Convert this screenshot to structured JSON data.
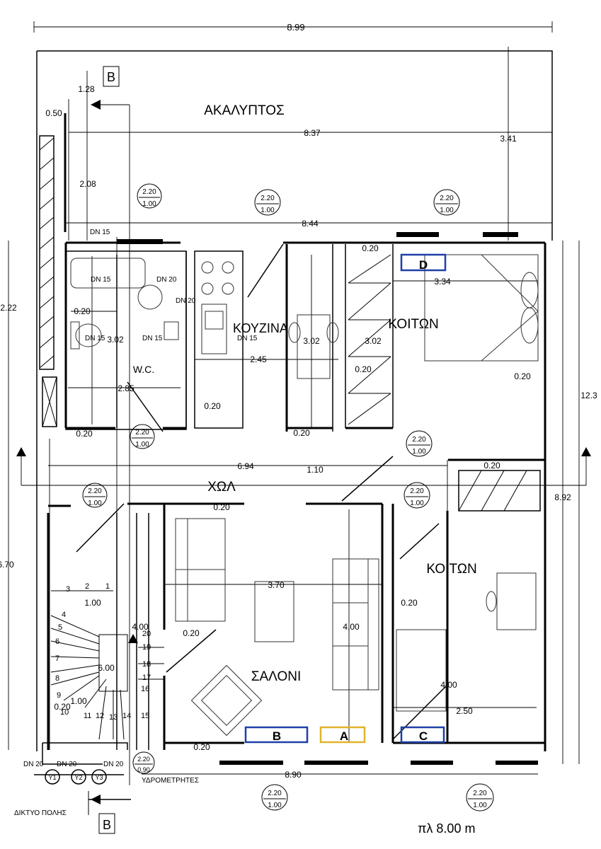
{
  "rooms": {
    "courtyard": "ΑΚΑΛΥΠΤΟΣ",
    "wc": "W.C.",
    "kitchen": "ΚΟΥΖΙΝΑ",
    "bedroom_top": "ΚΟΙΤΩΝ",
    "bedroom_right": "ΚΟΙΤΩΝ",
    "hall": "ΧΩΛ",
    "living": "ΣΑΛΟΝΙ"
  },
  "dims": {
    "top_width": "8.99",
    "court_width": "8.37",
    "court_depth": "3.41",
    "court_wall": "8.44",
    "left_128": "1.28",
    "left_050": "0.50",
    "left_208": "2.08",
    "right_12": "12.3",
    "right_892": "8.92",
    "left_222": "2.22",
    "left_670": "6.70",
    "wc_020": "0.20",
    "wc_302": "3.02",
    "wc_285": "2.85",
    "wc_bot_020": "0.20",
    "k_302a": "3.02",
    "k_302b": "3.02",
    "k_245": "2.45",
    "k_020": "0.20",
    "k_mid_020": "0.20",
    "k_bot_020": "0.20",
    "bd_020_top": "0.20",
    "bd_334": "3.34",
    "bd_020_right": "0.20",
    "hall_694": "6.94",
    "hall_110": "1.10",
    "br_020": "0.20",
    "lv_020": "0.20",
    "lv_370": "3.70",
    "lv_400": "4.00",
    "lv_020_side": "0.20",
    "lv_020_stair": "0.20",
    "stair_400": "4.00",
    "stair_100": "1.00",
    "stair_100b": "1.00",
    "stair_020": "0.20",
    "stair_mid": "6.00",
    "br2_400": "4.00",
    "br2_250": "2.50",
    "bottom_890": "8.90",
    "bottom_020": "0.20"
  },
  "windows": [
    {
      "top": "2.20",
      "bottom": "1.00"
    },
    {
      "top": "2.20",
      "bottom": "1.00"
    },
    {
      "top": "2.20",
      "bottom": "1.00"
    },
    {
      "top": "2.20",
      "bottom": "1.00"
    },
    {
      "top": "2.20",
      "bottom": "1.00"
    },
    {
      "top": "2.20",
      "bottom": "1.00"
    },
    {
      "top": "2.20",
      "bottom": "1.00"
    },
    {
      "top": "2.20",
      "bottom": "1.00"
    },
    {
      "top": "2.20",
      "bottom": "1.00"
    },
    {
      "top": "2.20",
      "bottom": "0.90"
    }
  ],
  "pipes": {
    "dn15_a": "DN 15",
    "dn15_b": "DN 15",
    "dn20_a": "DN 20",
    "dn20_b": "DN 20",
    "dn15_c": "DN 15",
    "dn15_d": "DN 15",
    "dn15_e": "DN 15",
    "dn20_y1": "DN 20",
    "dn20_y2": "DN 20",
    "dn20_y3": "DN 20"
  },
  "meters": [
    "Y1",
    "Y2",
    "Y3"
  ],
  "meters_label": "ΥΔΡΟΜΕΤΡΗΤΕΣ",
  "network_label": "ΔΙΚΤΥΟ ΠΟΛΗΣ",
  "section_label": "B",
  "markers": [
    {
      "label": "D",
      "color": "#1f3fa8"
    },
    {
      "label": "B",
      "color": "#1f3fa8"
    },
    {
      "label": "A",
      "color": "#e0b32a"
    },
    {
      "label": "C",
      "color": "#1f3fa8"
    }
  ],
  "stairs": [
    "1",
    "2",
    "3",
    "4",
    "5",
    "6",
    "7",
    "8",
    "9",
    "10",
    "11",
    "12",
    "13",
    "14",
    "15",
    "16",
    "17",
    "18",
    "19",
    "20"
  ],
  "plot_label": "πλ 8.00 m",
  "colors": {
    "ink": "#000000",
    "blue": "#1f3fa8",
    "yellow": "#e0b32a"
  }
}
